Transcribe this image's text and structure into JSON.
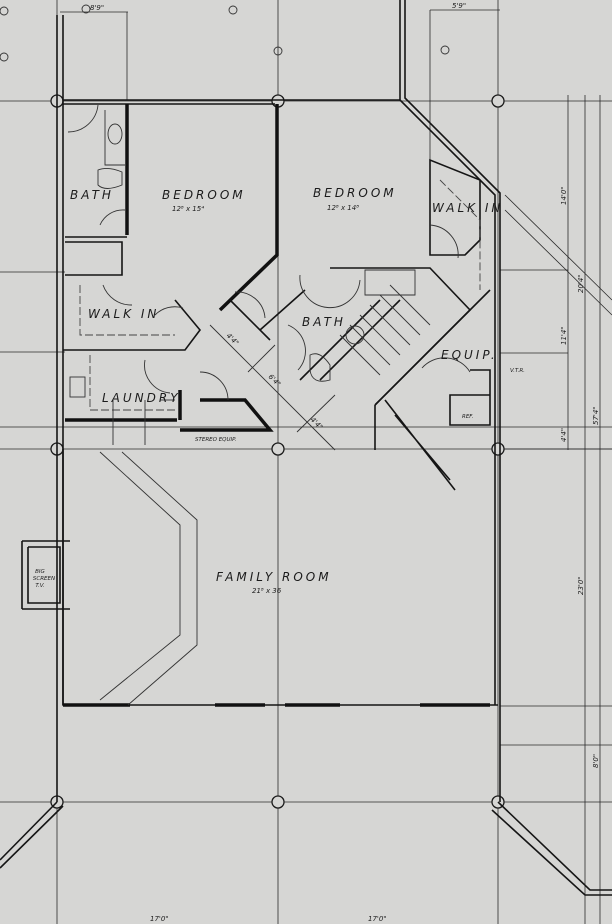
{
  "rooms": {
    "bath_left": "BATH",
    "bedroom_left": "BEDROOM",
    "bedroom_left_size": "12⁸ x 15⁴",
    "bedroom_right": "BEDROOM",
    "bedroom_right_size": "12⁸ x 14⁸",
    "walk_in_right": "WALK IN",
    "walk_in_left": "WALK IN",
    "bath_center": "BATH",
    "equip": "EQUIP.",
    "laundry": "LAUNDRY",
    "stereo_equip": "STEREO EQUIP.",
    "family_room": "FAMILY      ROOM",
    "family_room_size": "21⁸ x 36",
    "big_screen_tv": [
      "BIG",
      "SCREEN",
      "T.V."
    ],
    "vtr": "V.T.R.",
    "ref": "REF."
  },
  "dimensions": {
    "top_left": "8'9\"",
    "top_right": "5'9\"",
    "right_14": "14'0\"",
    "right_20": "20'4\"",
    "right_11": "11'4\"",
    "right_4": "4'4\"",
    "right_57": "57'4\"",
    "right_23": "23'0\"",
    "right_8": "8'0\"",
    "diag_1": "4'4\"",
    "diag_2": "6'4\"",
    "diag_3": "4'4\"",
    "bottom_left": "17'0\"",
    "bottom_right": "17'0\""
  }
}
